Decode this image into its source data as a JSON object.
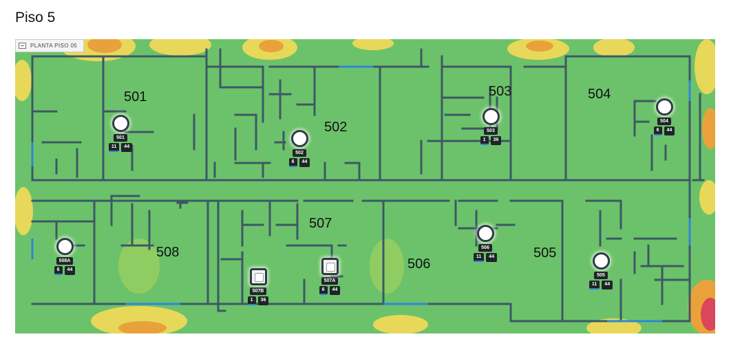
{
  "page": {
    "title": "Piso 5"
  },
  "plan": {
    "label": "PLANTA PISO 05"
  },
  "colors": {
    "coverage_good": "#6cc26a",
    "coverage_fair": "#e7d85a",
    "coverage_weak": "#e9a23b",
    "coverage_poor": "#d9475a",
    "wall": "#3c5866",
    "wall_exterior": "#2f86d6"
  },
  "rooms": [
    {
      "label": "501"
    },
    {
      "label": "502"
    },
    {
      "label": "503"
    },
    {
      "label": "504"
    },
    {
      "label": "505"
    },
    {
      "label": "506"
    },
    {
      "label": "507"
    },
    {
      "label": "508"
    }
  ],
  "access_points": [
    {
      "name": "501",
      "channel": "11",
      "power": "44",
      "shape": "circle"
    },
    {
      "name": "502",
      "channel": "6",
      "power": "44",
      "shape": "circle"
    },
    {
      "name": "503",
      "channel": "1",
      "power": "36",
      "shape": "circle"
    },
    {
      "name": "504",
      "channel": "6",
      "power": "44",
      "shape": "circle"
    },
    {
      "name": "505",
      "channel": "11",
      "power": "44",
      "shape": "circle"
    },
    {
      "name": "506",
      "channel": "11",
      "power": "44",
      "shape": "circle"
    },
    {
      "name": "507A",
      "channel": "6",
      "power": "44",
      "shape": "square"
    },
    {
      "name": "507B",
      "channel": "1",
      "power": "36",
      "shape": "square"
    },
    {
      "name": "508A",
      "channel": "6",
      "power": "44",
      "shape": "circle"
    }
  ]
}
